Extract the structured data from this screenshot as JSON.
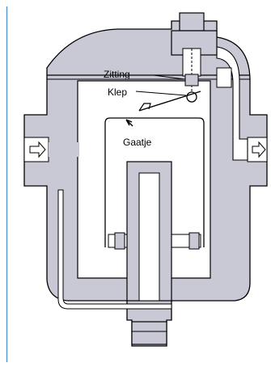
{
  "diagram": {
    "labels": {
      "zitting": "Zitting",
      "klep": "Klep",
      "gaatje": "Gaatje"
    },
    "colors": {
      "body": "#c9c9d5",
      "outline": "#000000",
      "fill": "#ffffff",
      "frame": "#5b9bd5"
    },
    "icons": {
      "inlet": "arrow-right-icon",
      "outlet": "arrow-right-icon"
    }
  }
}
